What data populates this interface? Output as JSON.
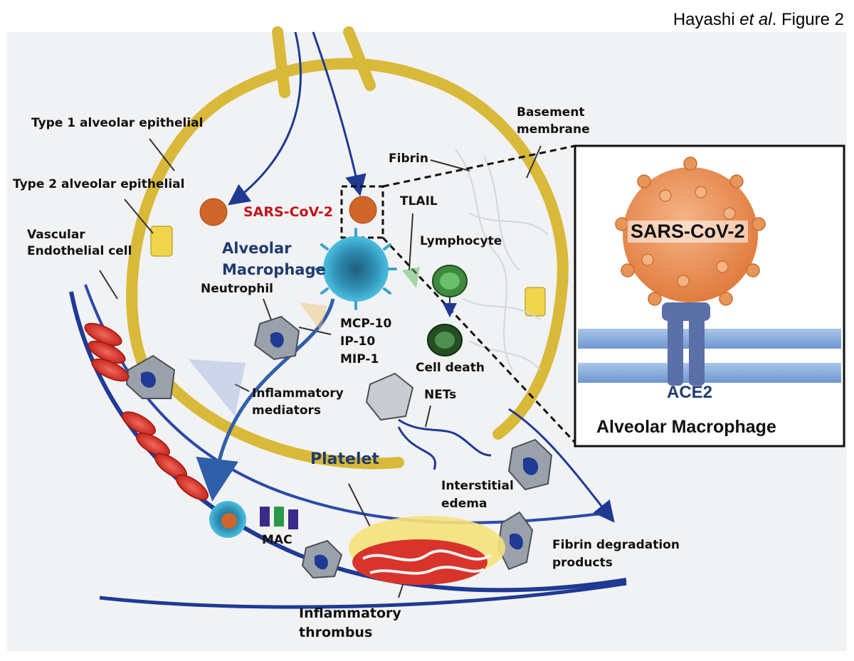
{
  "figure": {
    "author": "Hayashi",
    "etal": "et al",
    "suffix": ". Figure 2"
  },
  "labels": {
    "type1": "Type 1 alveolar epithelial",
    "type2": "Type 2 alveolar epithelial",
    "vascular1": "Vascular",
    "vascular2": "Endothelial cell",
    "sars": "SARS-CoV-2",
    "alveolar1": "Alveolar",
    "alveolar2": "Macrophage",
    "neutrophil": "Neutrophil",
    "mcp": "MCP-10",
    "ip": "IP-10",
    "mip": "MIP-1",
    "inflam1": "Inflammatory",
    "inflam2": "mediators",
    "fibrin": "Fibrin",
    "basement1": "Basement",
    "basement2": "membrane",
    "tlail": "TLAIL",
    "lymphocyte": "Lymphocyte",
    "celldeath": "Cell death",
    "nets": "NETs",
    "platelet": "Platelet",
    "interstitial1": "Interstitial",
    "interstitial2": "edema",
    "mac": "MAC",
    "fdp1": "Fibrin degradation",
    "fdp2": "products",
    "thrombus1": "Inflammatory",
    "thrombus2": "thrombus"
  },
  "inset": {
    "virus": "SARS-CoV-2",
    "receptor": "ACE2",
    "cell": "Alveolar Macrophage"
  },
  "colors": {
    "capillary": "#1f3a93",
    "epithelium": "#d9b93a",
    "virus": "#e8955a",
    "macrophage": "#3aa6c8",
    "rbc": "#d9342b",
    "navy_text": "#1f3b6e",
    "sars_text": "#c0141a"
  }
}
